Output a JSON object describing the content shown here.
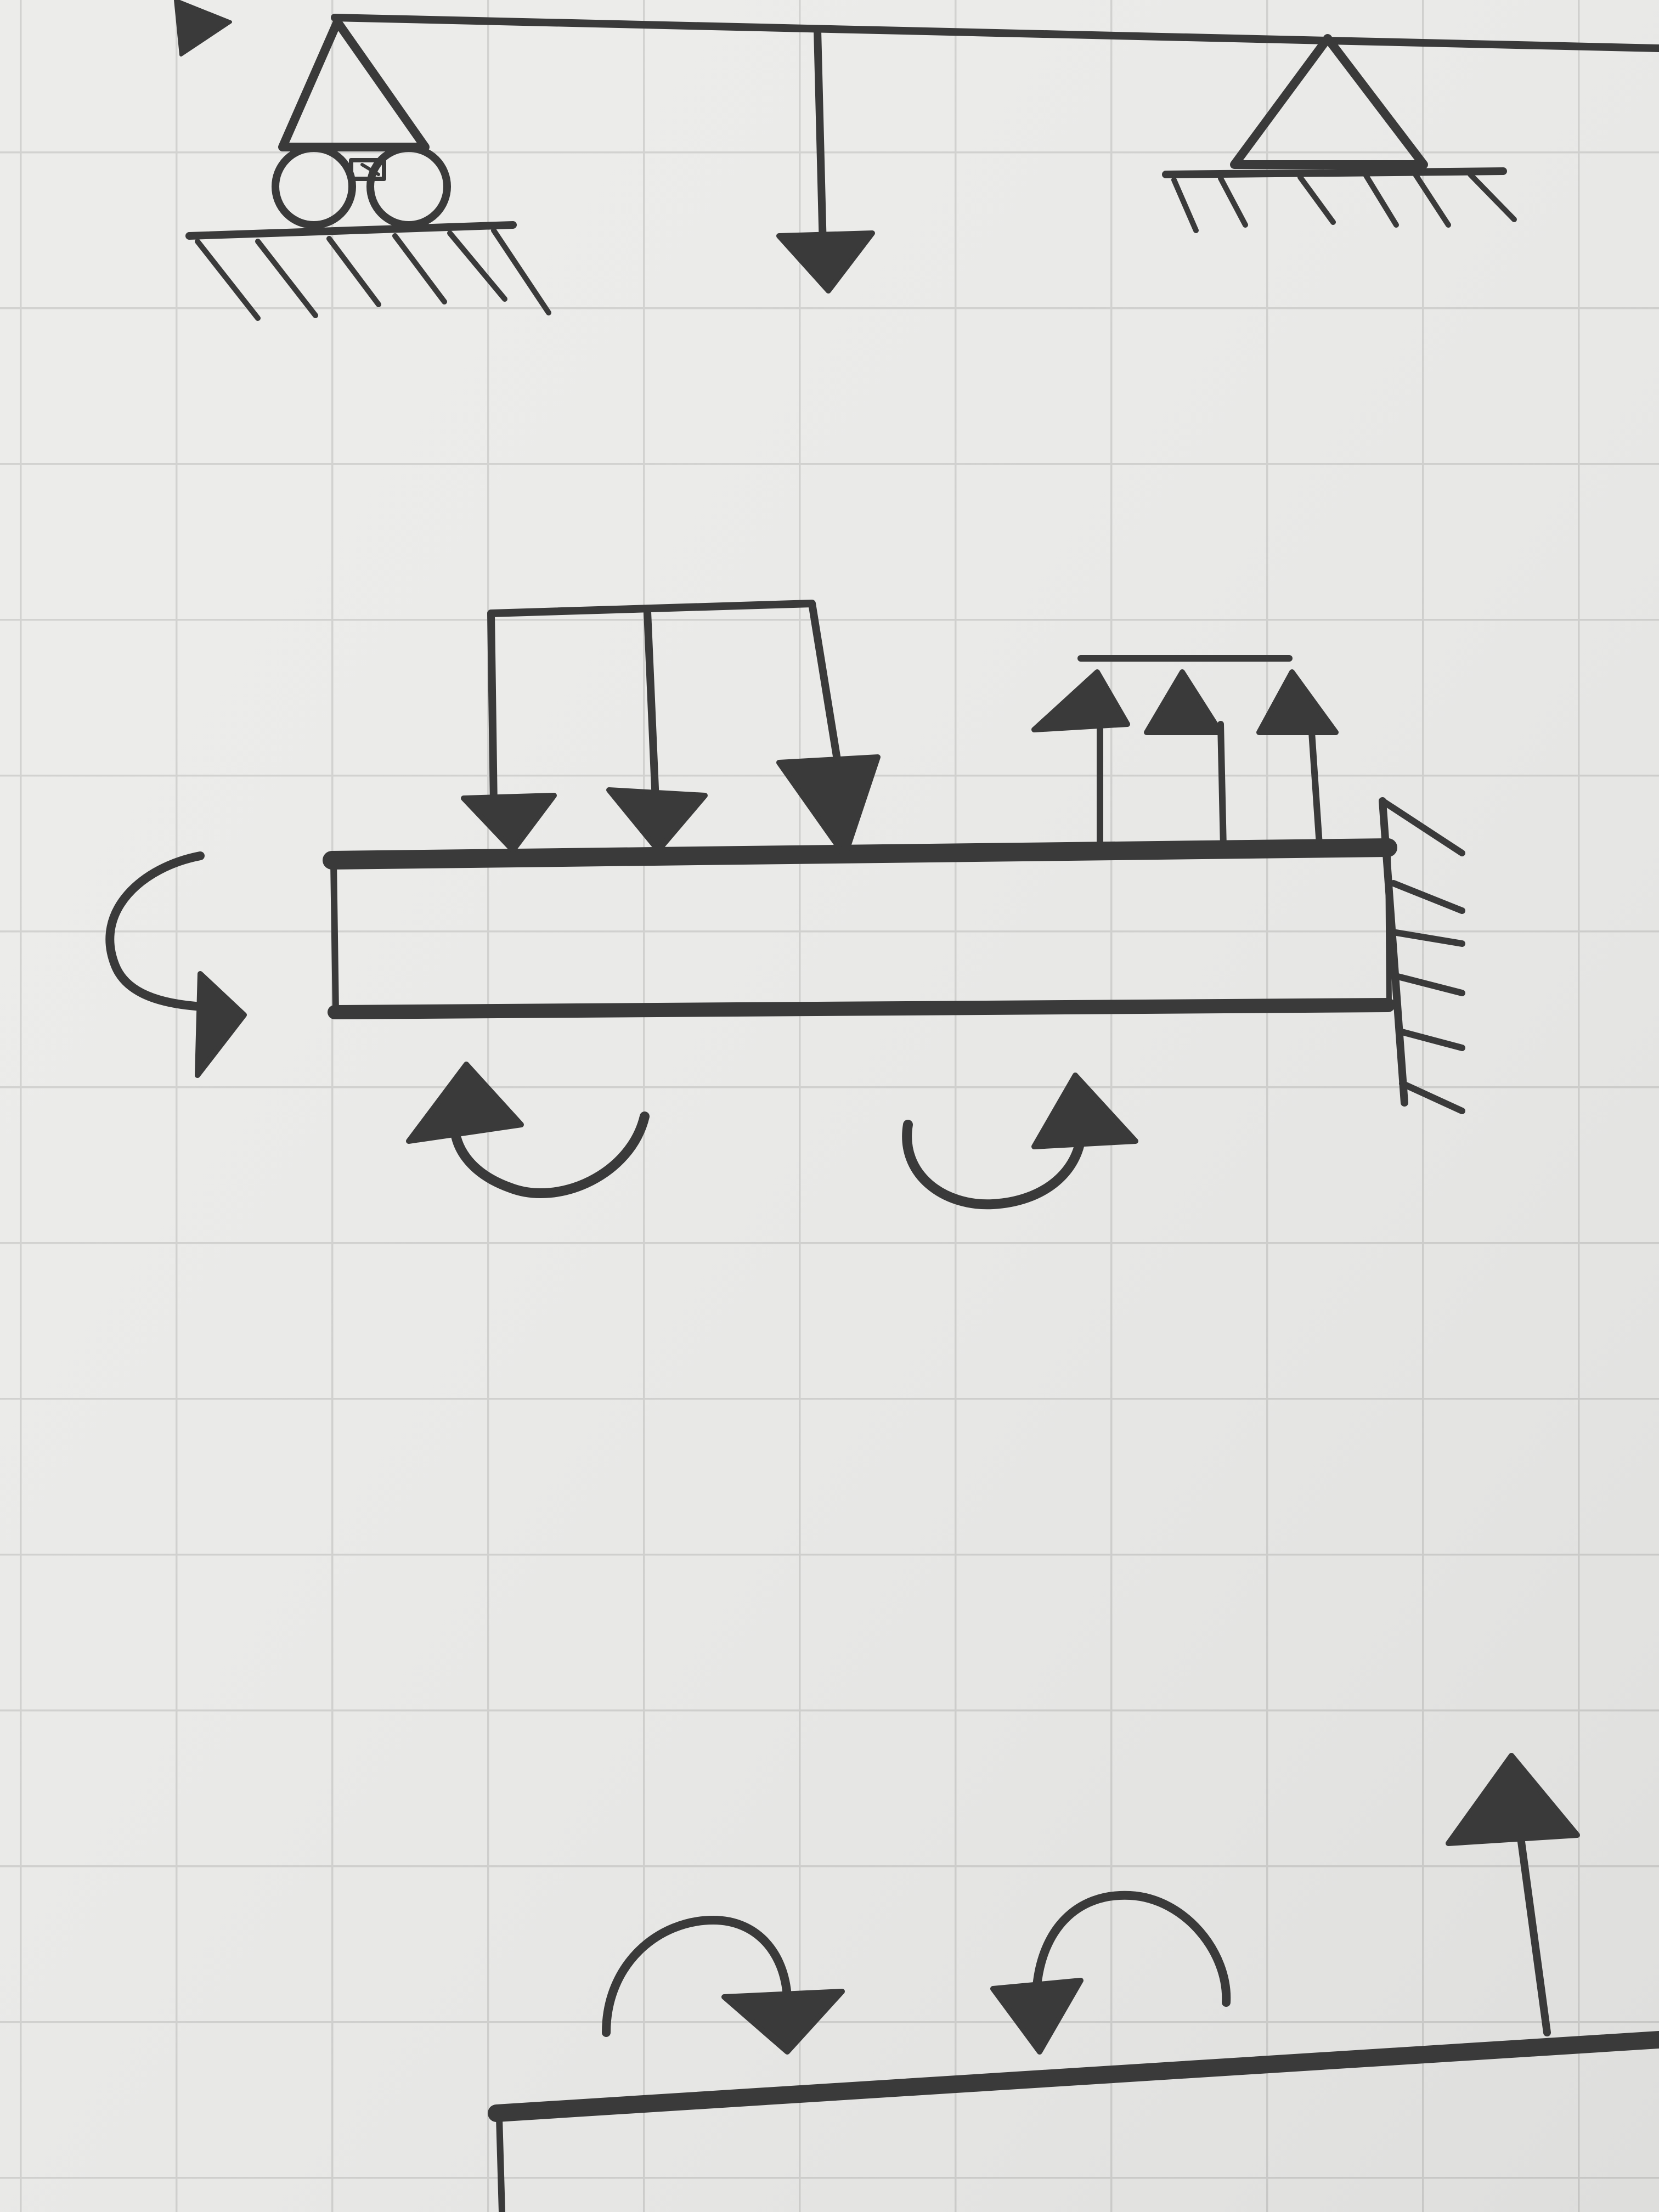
{
  "page": {
    "medium": "graph paper",
    "paper_color": "#ececea",
    "grid_color": "#d2d2d0",
    "ink_color": "#3a3a3a"
  },
  "figures": [
    {
      "id": "simply-supported-beam",
      "elements": [
        "beam-line",
        "roller-support",
        "pin-support",
        "point-load-down",
        "applied-moment-arrow"
      ]
    },
    {
      "id": "cantilever-beam",
      "elements": [
        "beam-body",
        "fixed-support",
        "distributed-load-down",
        "distributed-load-up",
        "end-moment",
        "moment-counterclockwise",
        "moment-clockwise"
      ]
    },
    {
      "id": "partial-beam",
      "elements": [
        "beam-top-edge",
        "moment-clockwise",
        "moment-counterclockwise",
        "point-load-up"
      ]
    }
  ],
  "text": []
}
